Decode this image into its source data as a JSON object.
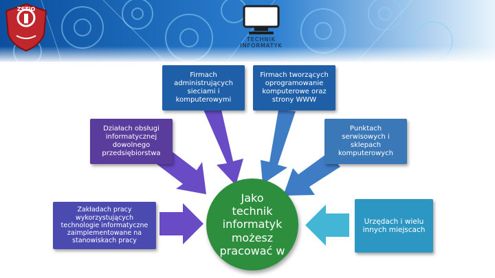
{
  "header": {
    "badge_text": "ZSTiO",
    "monitor_caption_line1": "TECHNIK",
    "monitor_caption_line2": "INFORMATYK"
  },
  "center": {
    "text": "Jako technik informatyk możesz pracować w"
  },
  "boxes": {
    "admin": "Firmach administrujących sieciami i komputerowymi",
    "software": "Firmach tworzących oprogramowanie komputerowe oraz strony WWW",
    "it_dept": "Działach obsługi informatycznej dowolnego przedsiębiorstwa",
    "service": "Punktach serwisowych i sklepach komputerowych",
    "workplaces": "Zakładach pracy wykorzystujących technologie informatyczne zaimplementowane na stanowiskach pracy",
    "offices": "Urzędach i wielu innych miejscach"
  },
  "colors": {
    "blue_dark": "#1f5fa8",
    "purple": "#5a3c9c",
    "indigo": "#4a4ab0",
    "steel_blue": "#3a78b8",
    "teal": "#2d97c4",
    "arrow_purple": "#6a4bc6",
    "arrow_blue": "#3f7cc6",
    "arrow_teal": "#43b6d6",
    "badge_red": "#c0272d"
  }
}
